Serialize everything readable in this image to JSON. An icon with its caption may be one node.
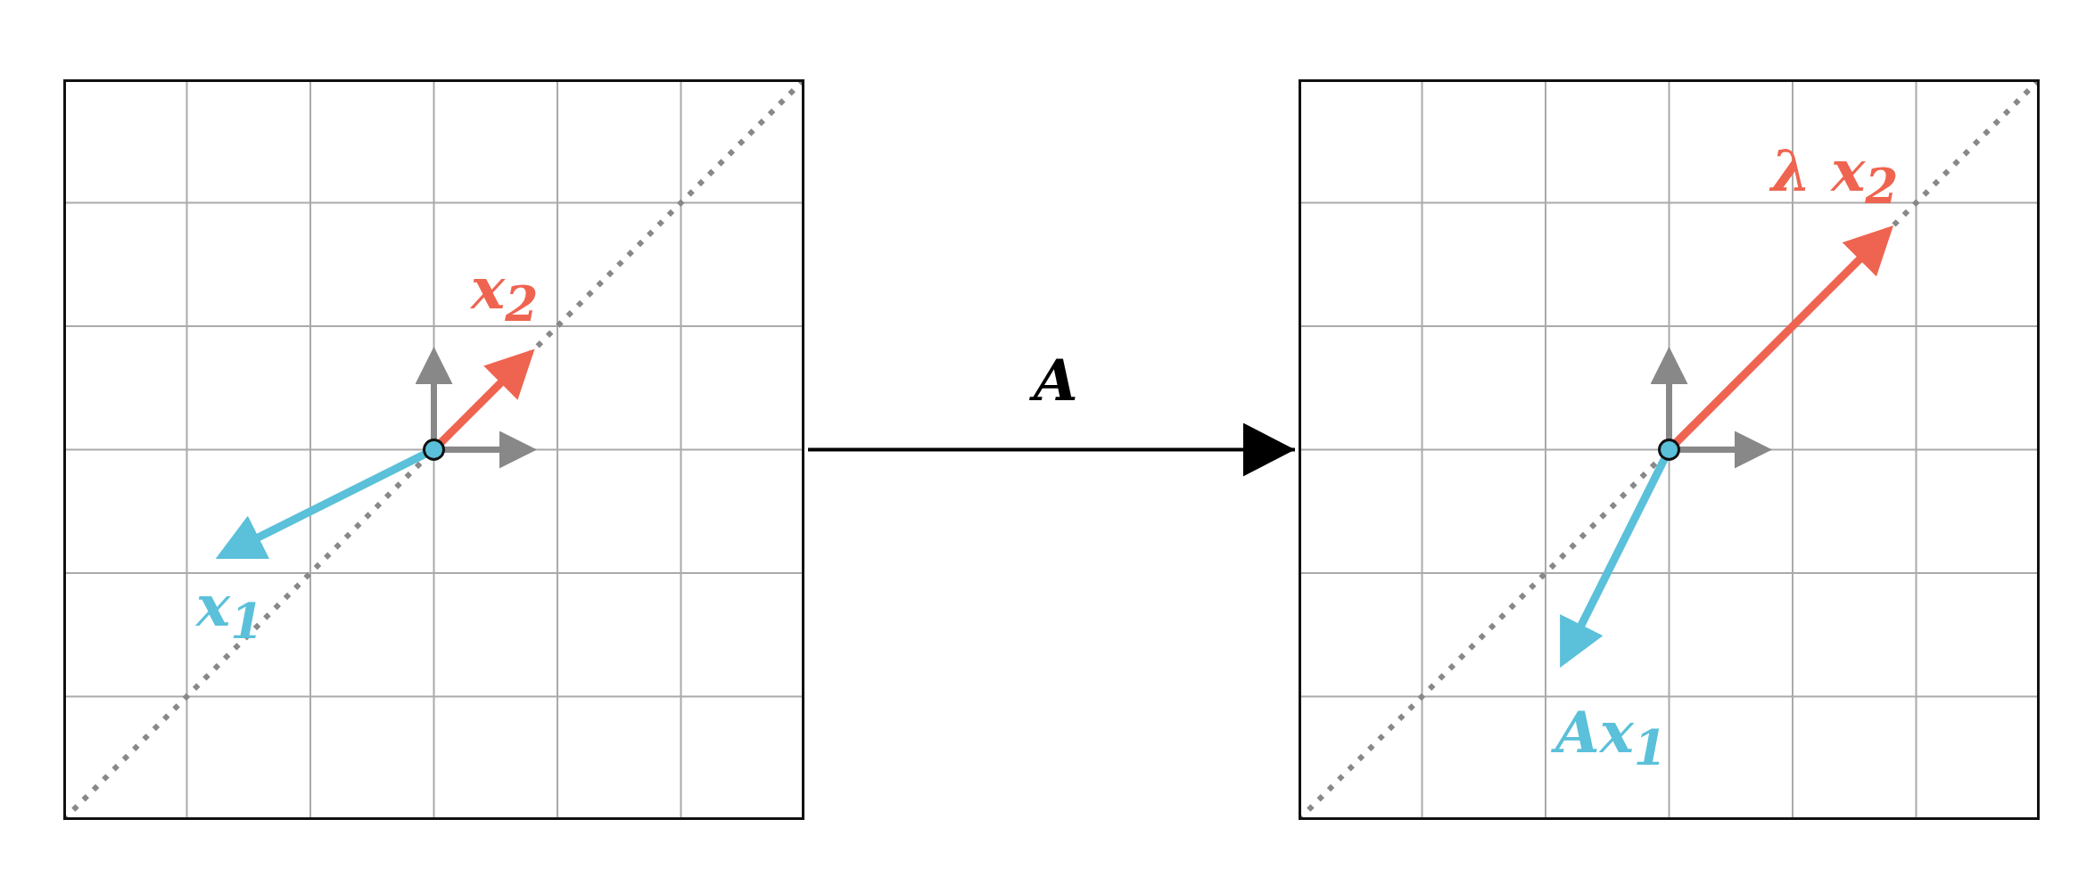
{
  "diagram": {
    "nodes": [
      {
        "text": [],
        "shape": "box"
      },
      {
        "text": [],
        "shape": "box"
      }
    ],
    "edges": [
      {
        "from": 0,
        "to": 1,
        "arrow": "to",
        "label": "A"
      }
    ],
    "labels": [
      "x$_{2}$",
      "x$_{1}$",
      "λ x$_{2}$",
      "Ax$_{1}$"
    ]
  }
}
